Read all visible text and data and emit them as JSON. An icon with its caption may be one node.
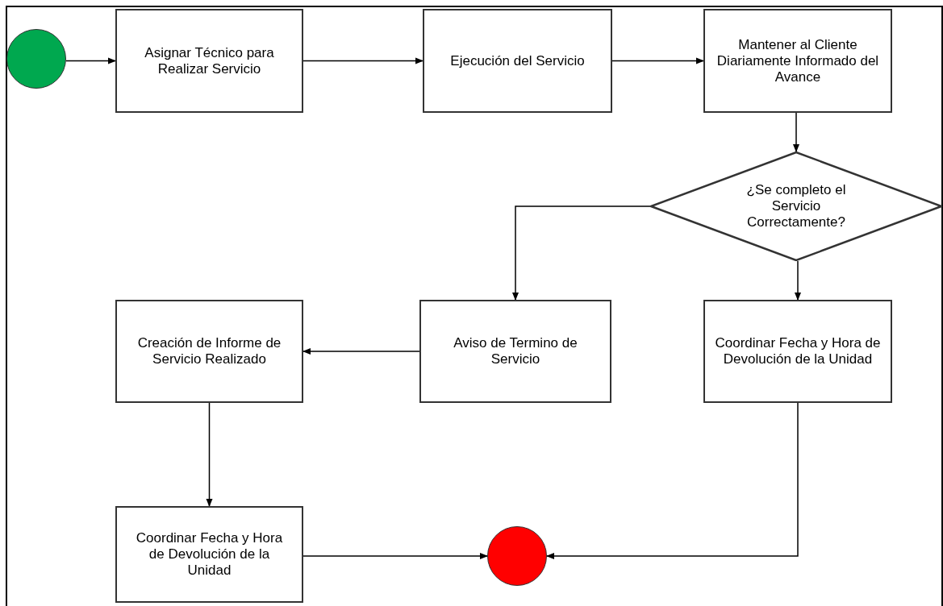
{
  "diagram": {
    "nodes": [
      {
        "text": [],
        "shape": "circle"
      },
      {
        "text": [
          "Asignar Técnico para Realizar Servicio"
        ]
      },
      {
        "text": [
          "Ejecución del Servicio"
        ]
      },
      {
        "text": [
          "Mantener al Cliente Diariamente Informado del Avance"
        ]
      },
      {
        "text": [
          "¿Se completo el Servicio Correctamente?"
        ]
      },
      {
        "text": [
          "Aviso de Termino de Servicio"
        ]
      },
      {
        "text": [
          "Creación de Informe de Servicio Realizado"
        ]
      },
      {
        "text": [
          "Coordinar Fecha y Hora de Devolución de la Unidad"
        ]
      },
      {
        "text": [
          "Coordinar Fecha y Hora de Devolución de la Unidad"
        ]
      },
      {
        "text": [],
        "shape": "circle"
      }
    ],
    "edges": [
      {
        "from": 0,
        "to": 1,
        "arrow": "to"
      },
      {
        "from": 1,
        "to": 2,
        "arrow": "to"
      },
      {
        "from": 2,
        "to": 3,
        "arrow": "to"
      },
      {
        "from": 3,
        "to": 4,
        "arrow": "to"
      },
      {
        "from": 4,
        "to": 5,
        "arrow": "to"
      },
      {
        "from": 4,
        "to": 7,
        "arrow": "to"
      },
      {
        "from": 5,
        "to": 6,
        "arrow": "to"
      },
      {
        "from": 6,
        "to": 8,
        "arrow": "to"
      },
      {
        "from": 8,
        "to": 9,
        "arrow": "to"
      },
      {
        "from": 7,
        "to": 9,
        "arrow": "to"
      }
    ]
  }
}
